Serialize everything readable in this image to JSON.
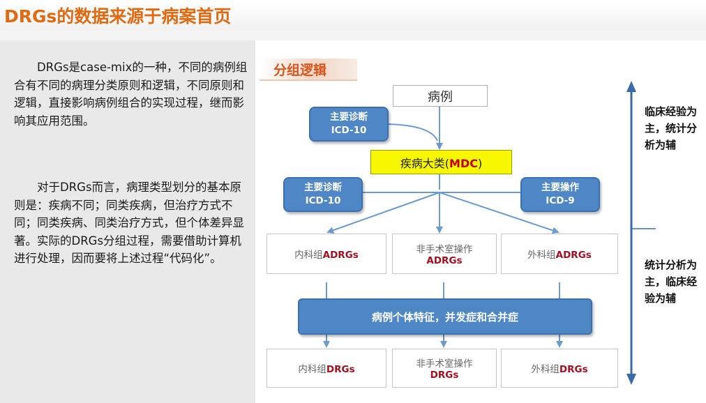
{
  "header": {
    "title": "DRGs的数据来源于病案首页"
  },
  "left": {
    "para1": "DRGs是case-mix的一种，不同的病例组合有不同的病理分类原则和逻辑，不同原则和逻辑，直接影响病例组合的实现过程，继而影响其应用范围。",
    "para2": "对于DRGs而言，病理类型划分的基本原则是：疾病不同；同类疾病，但治疗方式不同；同类疾病、同类治疗方式，但个体差异显著。实际的DRGs分组过程，需要借助计算机进行处理，因而要将上述过程“代码化”。"
  },
  "diagram": {
    "section_title": "分组逻辑",
    "case": "病例",
    "diag1": {
      "line1": "主要诊断",
      "line2": "ICD-10"
    },
    "mdc": {
      "prefix": "疾病大类(",
      "code": "MDC",
      "suffix": ")"
    },
    "diag2": {
      "line1": "主要诊断",
      "line2": "ICD-10"
    },
    "proc": {
      "line1": "主要操作",
      "line2": "ICD-9"
    },
    "adrg": [
      {
        "pre": "内科组",
        "code": "ADRGs"
      },
      {
        "pre": "非手术室操作",
        "code": "ADRGs"
      },
      {
        "pre": "外科组",
        "code": "ADRGs"
      }
    ],
    "feature": "病例个体特征，并发症和合并症",
    "drg": [
      {
        "pre": "内科组",
        "code": "DRGs"
      },
      {
        "pre": "非手术室操作",
        "code": "DRGs"
      },
      {
        "pre": "外科组",
        "code": "DRGs"
      }
    ],
    "side_top": "临床经验为主，统计分析为辅",
    "side_bottom": "统计分析为主，临床经验为辅"
  }
}
